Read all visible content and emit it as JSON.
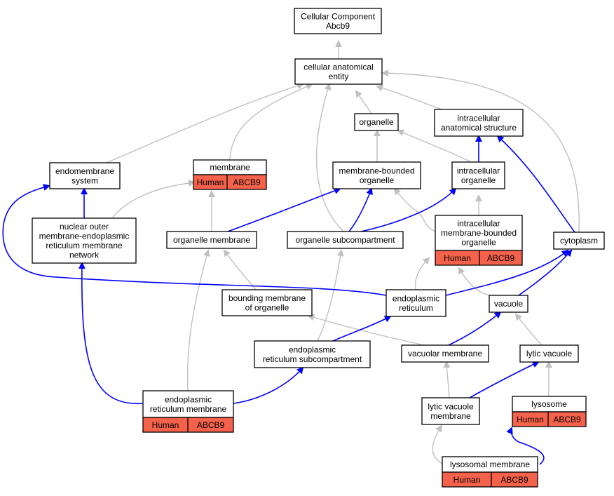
{
  "colors": {
    "is_a_edge": "#c0c0c0",
    "part_of_edge": "#0000ff",
    "annotation_fill": "#f4624b",
    "node_fill": "#ffffff"
  },
  "nodes": {
    "root": {
      "lines": [
        "Cellular Component",
        "Abcb9"
      ]
    },
    "cae": {
      "lines": [
        "cellular anatomical",
        "entity"
      ]
    },
    "organelle": {
      "lines": [
        "organelle"
      ]
    },
    "ias": {
      "lines": [
        "intracellular",
        "anatomical structure"
      ]
    },
    "endomembrane": {
      "lines": [
        "endomembrane",
        "system"
      ]
    },
    "membrane": {
      "lines": [
        "membrane"
      ],
      "annotation": {
        "species": "Human",
        "gene": "ABCB9"
      }
    },
    "mbo": {
      "lines": [
        "membrane-bounded",
        "organelle"
      ]
    },
    "io": {
      "lines": [
        "intracellular",
        "organelle"
      ]
    },
    "noer": {
      "lines": [
        "nuclear outer",
        "membrane-endoplasmic",
        "reticulum membrane",
        "network"
      ]
    },
    "orgmem": {
      "lines": [
        "organelle membrane"
      ]
    },
    "orgsub": {
      "lines": [
        "organelle subcompartment"
      ]
    },
    "imbo": {
      "lines": [
        "intracellular",
        "membrane-bounded",
        "organelle"
      ],
      "annotation": {
        "species": "Human",
        "gene": "ABCB9"
      }
    },
    "cytoplasm": {
      "lines": [
        "cytoplasm"
      ]
    },
    "bmo": {
      "lines": [
        "bounding membrane",
        "of organelle"
      ]
    },
    "er": {
      "lines": [
        "endoplasmic",
        "reticulum"
      ]
    },
    "vacuole": {
      "lines": [
        "vacuole"
      ]
    },
    "ersub": {
      "lines": [
        "endoplasmic",
        "reticulum subcompartment"
      ]
    },
    "vacmem": {
      "lines": [
        "vacuolar membrane"
      ]
    },
    "lytvac": {
      "lines": [
        "lytic vacuole"
      ]
    },
    "ermem": {
      "lines": [
        "endoplasmic",
        "reticulum membrane"
      ],
      "annotation": {
        "species": "Human",
        "gene": "ABCB9"
      }
    },
    "lvm": {
      "lines": [
        "lytic vacuole",
        "membrane"
      ]
    },
    "lysosome": {
      "lines": [
        "lysosome"
      ],
      "annotation": {
        "species": "Human",
        "gene": "ABCB9"
      }
    },
    "lysmem": {
      "lines": [
        "lysosomal membrane"
      ],
      "annotation": {
        "species": "Human",
        "gene": "ABCB9"
      }
    }
  }
}
